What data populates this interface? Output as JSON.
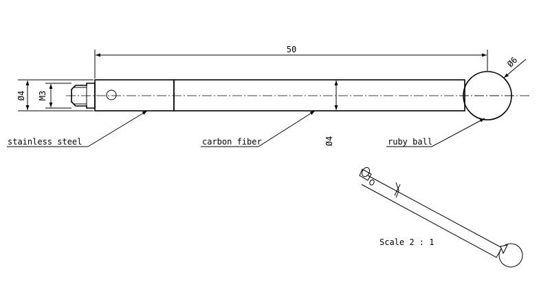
{
  "drawing": {
    "dimensions": {
      "length": "50",
      "ball_diameter": "Ø6",
      "shaft_diameter": "Ø4",
      "thread_diameter": "Ø4",
      "thread": "M3"
    },
    "callouts": {
      "stainless_steel": "stainless steel",
      "carbon_fiber": "carbon fiber",
      "ruby_ball": "ruby ball"
    },
    "scale": "Scale 2 : 1"
  }
}
